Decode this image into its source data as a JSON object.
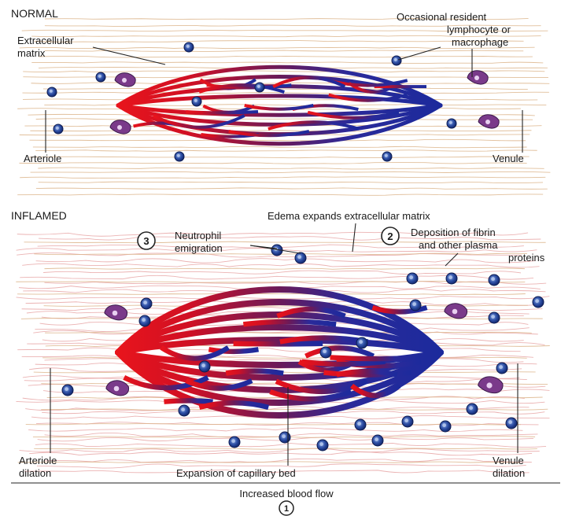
{
  "normal": {
    "title": "NORMAL",
    "labels": {
      "extracellular_matrix": [
        "Extracellular",
        "matrix"
      ],
      "resident_cells": [
        "Occasional resident",
        "lymphocyte or",
        "macrophage"
      ],
      "arteriole": "Arteriole",
      "venule": "Venule"
    }
  },
  "inflamed": {
    "title": "INFLAMED",
    "labels": {
      "edema": "Edema expands extracellular matrix",
      "step3_number": "3",
      "neutrophil": [
        "Neutrophil",
        "emigration"
      ],
      "step2_number": "2",
      "fibrin": [
        "Deposition of fibrin",
        "and other plasma",
        "proteins"
      ],
      "arteriole_dilation": [
        "Arteriole",
        "dilation"
      ],
      "capillary_expansion": "Expansion of capillary bed",
      "venule_dilation": [
        "Venule",
        "dilation"
      ]
    }
  },
  "footer": {
    "text": "Increased blood flow",
    "step1_number": "1"
  },
  "colors": {
    "arterial_red": "#e8141c",
    "venous_blue": "#1c2a9c",
    "capillary_purple": "#6a1a5a",
    "matrix_line": "#dcb48a",
    "fibrin_line": "#e8a6a6",
    "cell_blue": "#1e3a8a",
    "macrophage_purple": "#7a3a8a"
  }
}
